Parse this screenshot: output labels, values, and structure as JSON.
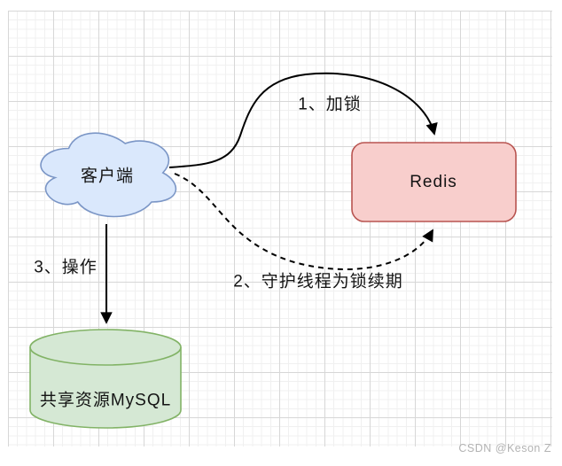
{
  "diagram": {
    "nodes": {
      "client": {
        "label": "客户端",
        "shape": "cloud",
        "fill": "#dae8fc",
        "stroke": "#7b96c6"
      },
      "redis": {
        "label": "Redis",
        "shape": "rounded-rect",
        "fill": "#f8cecc",
        "stroke": "#b85450"
      },
      "mysql": {
        "label": "共享资源MySQL",
        "shape": "cylinder",
        "fill": "#d5e8d4",
        "stroke": "#82b366"
      }
    },
    "edges": [
      {
        "label": "1、加锁",
        "from": "client",
        "to": "redis",
        "style": "solid"
      },
      {
        "label": "2、守护线程为锁续期",
        "from": "client",
        "to": "redis",
        "style": "dashed"
      },
      {
        "label": "3、操作",
        "from": "client",
        "to": "mysql",
        "style": "solid"
      }
    ],
    "edge_color": "#000000",
    "watermark": "CSDN @Keson Z"
  }
}
